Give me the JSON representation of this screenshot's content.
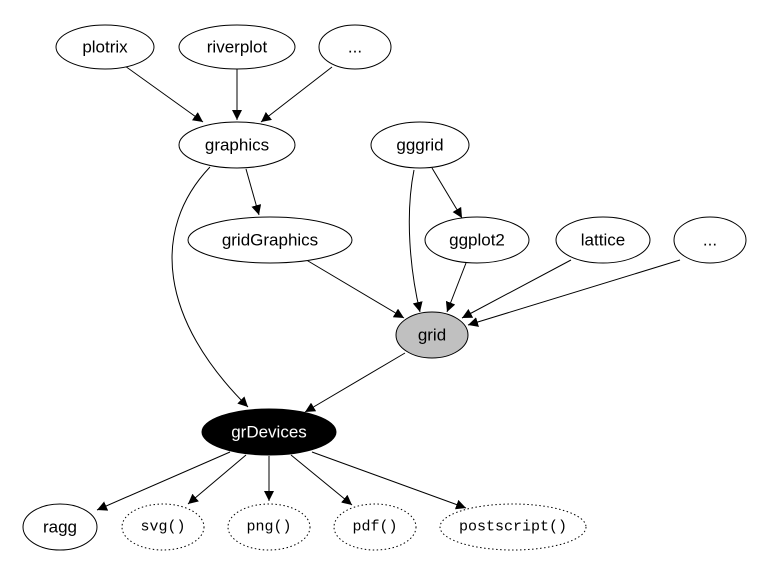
{
  "colors": {
    "background": "#ffffff",
    "stroke": "#000000",
    "grid_fill": "#c0c0c0",
    "grdevices_fill": "#000000",
    "grdevices_text": "#ffffff"
  },
  "nodes": {
    "plotrix": "plotrix",
    "riverplot": "riverplot",
    "dots_top": "...",
    "graphics": "graphics",
    "gggrid": "gggrid",
    "gridGraphics": "gridGraphics",
    "ggplot2": "ggplot2",
    "lattice": "lattice",
    "dots_right": "...",
    "grid": "grid",
    "grDevices": "grDevices",
    "ragg": "ragg",
    "svg": "svg()",
    "png": "png()",
    "pdf": "pdf()",
    "postscript": "postscript()"
  },
  "edges": [
    [
      "plotrix",
      "graphics"
    ],
    [
      "riverplot",
      "graphics"
    ],
    [
      "dots_top",
      "graphics"
    ],
    [
      "graphics",
      "gridGraphics"
    ],
    [
      "graphics",
      "grDevices"
    ],
    [
      "gggrid",
      "ggplot2"
    ],
    [
      "gggrid",
      "grid"
    ],
    [
      "gridGraphics",
      "grid"
    ],
    [
      "ggplot2",
      "grid"
    ],
    [
      "lattice",
      "grid"
    ],
    [
      "dots_right",
      "grid"
    ],
    [
      "grid",
      "grDevices"
    ],
    [
      "grDevices",
      "ragg"
    ],
    [
      "grDevices",
      "svg"
    ],
    [
      "grDevices",
      "png"
    ],
    [
      "grDevices",
      "pdf"
    ],
    [
      "grDevices",
      "postscript"
    ]
  ]
}
